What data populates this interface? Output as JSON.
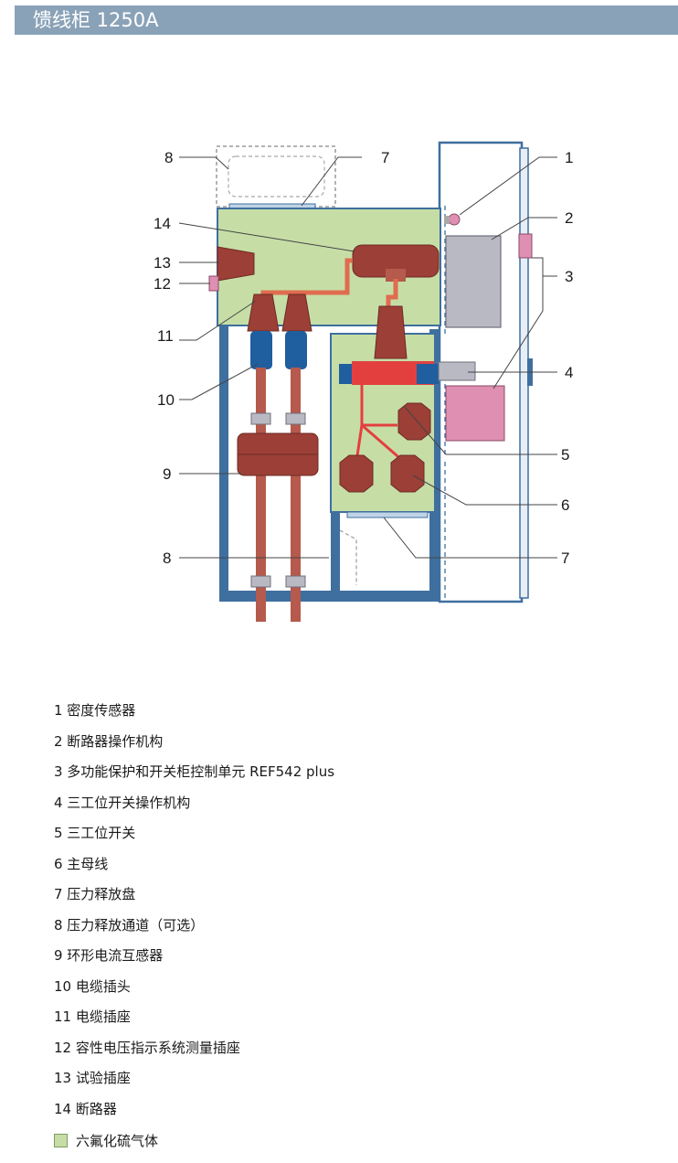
{
  "title": "馈线柜 1250A",
  "callouts": [
    "1",
    "2",
    "3",
    "4",
    "5",
    "6",
    "7",
    "8",
    "9",
    "10",
    "11",
    "12",
    "13",
    "14"
  ],
  "legend": [
    "1 密度传感器",
    "2 断路器操作机构",
    "3 多功能保护和开关柜控制单元 REF542 plus",
    "4 三工位开关操作机构",
    "5 三工位开关",
    "6 主母线",
    "7 压力释放盘",
    "8 压力释放通道（可选）",
    "9 环形电流互感器",
    "10 电缆插头",
    "11 电缆插座",
    "12 容性电压指示系统测量插座",
    "13 试验插座",
    "14 断路器"
  ],
  "gas_legend": "六氟化硫气体",
  "colors": {
    "title_bar": "#8aa2b8",
    "sf6_gas": "#c6dea6",
    "frame": "#3f6f9f",
    "conductor": "#b55a4c",
    "busbar": "#9c3f36",
    "mechanism": "#b9b9c4",
    "control_unit": "#df8fb1",
    "switch": "#e43f3f"
  }
}
